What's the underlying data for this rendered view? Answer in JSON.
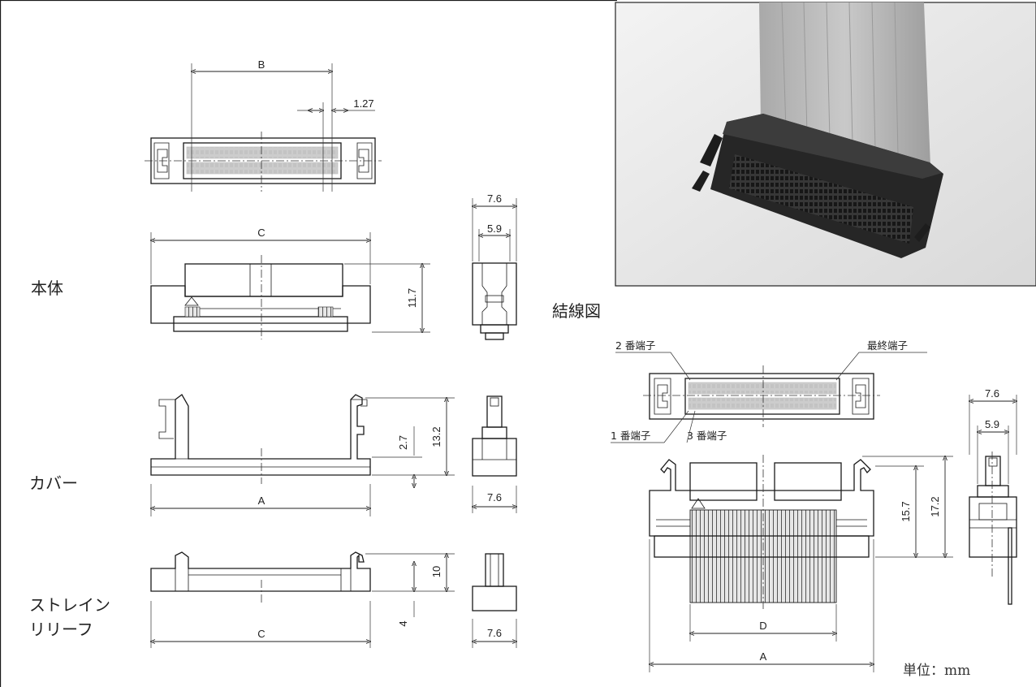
{
  "labels": {
    "body": "本体",
    "cover": "カバー",
    "strain_relief_line1": "ストレイン",
    "strain_relief_line2": "リリーフ",
    "wiring_diagram": "結線図",
    "unit": "単位：mm"
  },
  "wiring_notes": {
    "pin2": "2 番端子",
    "last_pin": "最終端子",
    "pin1": "1 番端子",
    "pin3": "3 番端子"
  },
  "dimensions": {
    "B": "B",
    "pitch": "1.27",
    "C_body": "C",
    "body_depth": "7.6",
    "body_inner": "5.9",
    "body_height": "11.7",
    "cover_h1": "2.7",
    "cover_h2": "13.2",
    "A_cover": "A",
    "cover_depth": "7.6",
    "relief_h1": "10",
    "relief_h2": "4",
    "C_relief": "C",
    "relief_depth": "7.6",
    "asm_depth": "7.6",
    "asm_inner": "5.9",
    "asm_h1": "15.7",
    "asm_h2": "17.2",
    "D": "D",
    "A_asm": "A"
  },
  "colors": {
    "line": "#1a1a1a",
    "photo_bg": "#e9e9e9",
    "connector": "#2b2b2b",
    "cable": "#bdbdbd"
  }
}
